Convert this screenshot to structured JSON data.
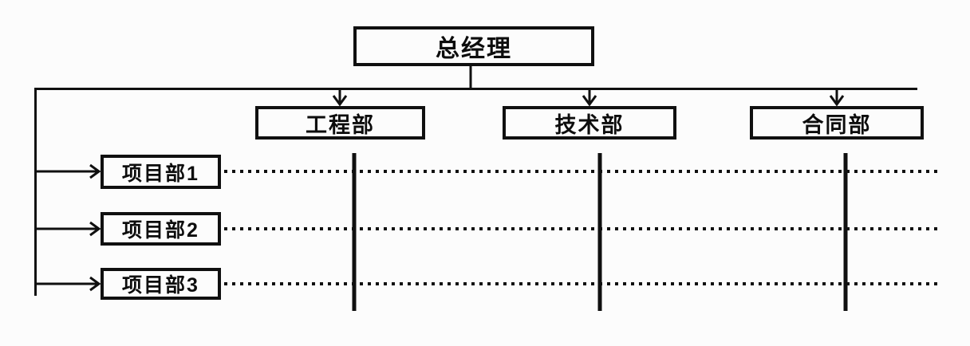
{
  "page": {
    "background_color": "#fcfcfc",
    "line_color": "#101010"
  },
  "org_chart": {
    "root": {
      "label": "总经理"
    },
    "departments": [
      {
        "label": "工程部"
      },
      {
        "label": "技术部"
      },
      {
        "label": "合同部"
      }
    ],
    "projects": [
      {
        "label": "项目部1"
      },
      {
        "label": "项目部2"
      },
      {
        "label": "项目部3"
      }
    ]
  }
}
